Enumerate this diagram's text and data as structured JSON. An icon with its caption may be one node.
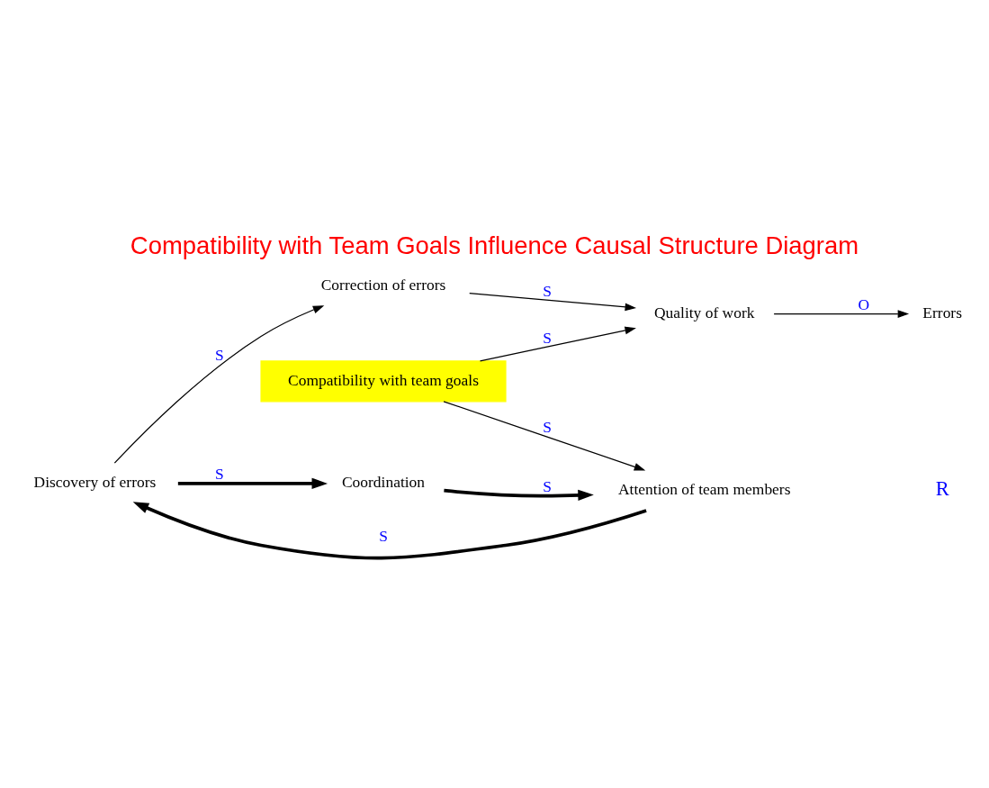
{
  "diagram": {
    "title": "Compatibility with Team Goals Influence Causal Structure Diagram",
    "nodes": [
      {
        "text": [
          "Errors"
        ]
      },
      {
        "text": [
          "Correction of errors"
        ]
      },
      {
        "text": [
          "Quality of work"
        ]
      },
      {
        "text": [
          "Discovery of errors"
        ]
      },
      {
        "text": [
          "Coordination"
        ]
      },
      {
        "text": [
          "Attention of team members"
        ]
      },
      {
        "text": [
          "Compatibility with team goals"
        ]
      }
    ],
    "edges": [
      {
        "from": 2,
        "to": 0,
        "arrow": "to",
        "label": "O"
      },
      {
        "from": 1,
        "to": 2,
        "arrow": "to",
        "label": "S"
      },
      {
        "from": 3,
        "to": 1,
        "arrow": "to",
        "label": "S"
      },
      {
        "from": 3,
        "to": 4,
        "arrow": "to",
        "label": "S",
        "style": "thick"
      },
      {
        "from": 4,
        "to": 5,
        "arrow": "to",
        "label": "S",
        "style": "thick"
      },
      {
        "from": 5,
        "to": 3,
        "arrow": "to",
        "label": "S",
        "style": "thick"
      },
      {
        "from": 6,
        "to": 2,
        "arrow": "to",
        "label": "S"
      },
      {
        "from": 6,
        "to": 5,
        "arrow": "to",
        "label": "S"
      }
    ],
    "labels": [
      "R"
    ]
  }
}
